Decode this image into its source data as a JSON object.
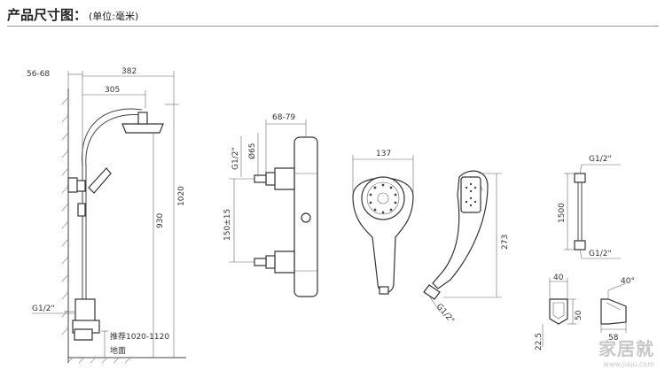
{
  "header": {
    "title": "产品尺寸图：",
    "unit": "(单位:毫米)"
  },
  "shower_column": {
    "wall_offset": "56-68",
    "arm_total": "382",
    "arm_inner": "305",
    "height_total": "1020",
    "height_inner": "930",
    "inlet": "G1/2\"",
    "recommended": "推荐1020-1120",
    "floor": "地面"
  },
  "mixer": {
    "width": "68-79",
    "thread": "G1/2\"",
    "diameter": "Ø65",
    "spacing": "150±15"
  },
  "hand_shower": {
    "width": "137",
    "length": "273",
    "thread": "G1/2\""
  },
  "hose": {
    "top": "G1/2\"",
    "length": "1500",
    "bottom": "G1/2\""
  },
  "holder": {
    "width": "40",
    "height": "50",
    "offset": "22.5"
  },
  "bracket": {
    "angle": "40°",
    "width": "58"
  },
  "watermark": {
    "main": "家居就",
    "url": "www.jiaju.com"
  }
}
